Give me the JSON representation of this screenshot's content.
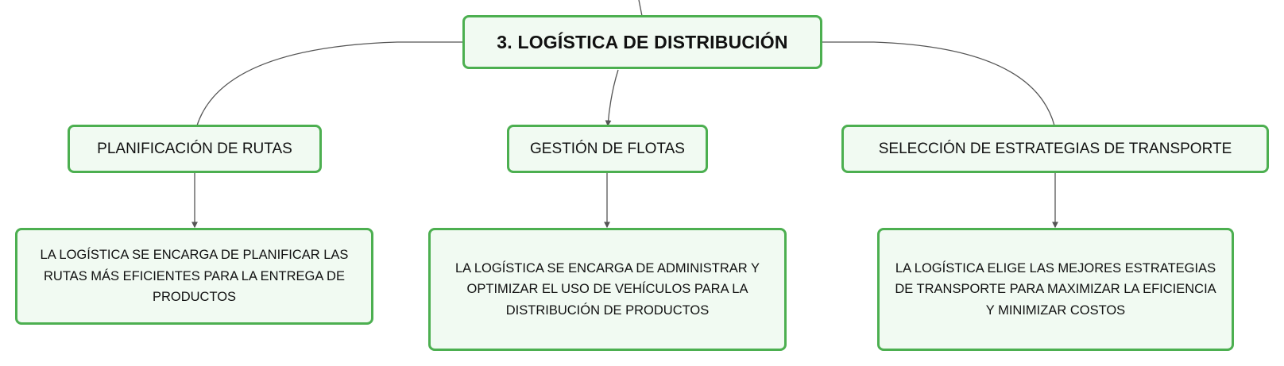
{
  "root": {
    "label": "3. LOGÍSTICA DE DISTRIBUCIÓN"
  },
  "branches": [
    {
      "label": "PLANIFICACIÓN DE RUTAS",
      "detail": "LA LOGÍSTICA SE ENCARGA DE PLANIFICAR LAS RUTAS MÁS EFICIENTES PARA LA ENTREGA DE PRODUCTOS"
    },
    {
      "label": "GESTIÓN DE FLOTAS",
      "detail": "LA LOGÍSTICA SE ENCARGA DE ADMINISTRAR Y OPTIMIZAR EL USO DE VEHÍCULOS PARA LA DISTRIBUCIÓN DE PRODUCTOS"
    },
    {
      "label": "SELECCIÓN DE ESTRATEGIAS DE TRANSPORTE",
      "detail": "LA LOGÍSTICA ELIGE LAS MEJORES ESTRATEGIAS DE TRANSPORTE PARA MAXIMIZAR LA EFICIENCIA Y MINIMIZAR COSTOS"
    }
  ],
  "colors": {
    "node_border": "#4caf50",
    "node_fill": "#f1faf2",
    "connector": "#555555",
    "text": "#111111"
  }
}
